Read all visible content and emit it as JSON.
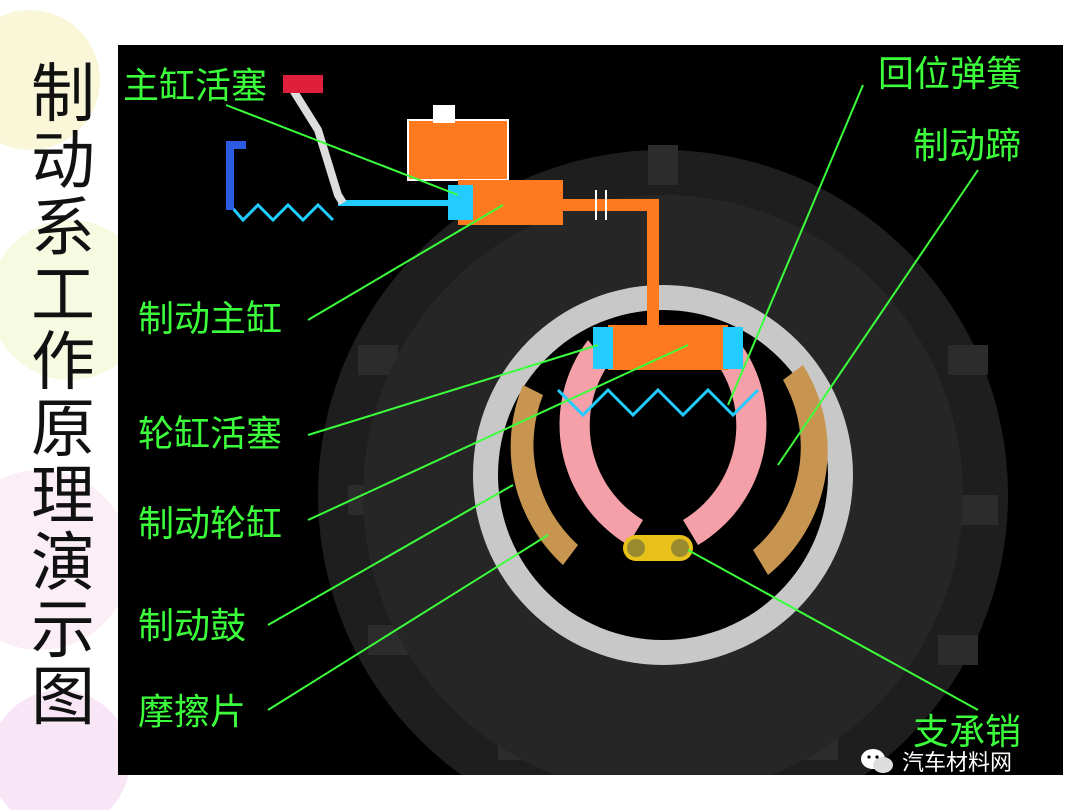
{
  "title": [
    "制",
    "动",
    "系",
    "工",
    "作",
    "原",
    "理",
    "演",
    "示",
    "图"
  ],
  "labels": {
    "master_piston": "主缸活塞",
    "master_cylinder": "制动主缸",
    "wheel_piston": "轮缸活塞",
    "wheel_cylinder": "制动轮缸",
    "drum": "制动鼓",
    "friction_pad": "摩擦片",
    "return_spring": "回位弹簧",
    "brake_shoe": "制动蹄",
    "support_pin": "支承销"
  },
  "watermark": "汽车材料网",
  "colors": {
    "label_green": "#3cff3c",
    "stage_bg": "#000000",
    "cylinder_orange": "#ff7a1e",
    "piston_cyan": "#22ccff",
    "shoe_pink": "#f5a0a8",
    "pad_tan": "#c89550",
    "drum_gray": "#c8c8c8",
    "pin_yellow": "#e8c21a"
  }
}
